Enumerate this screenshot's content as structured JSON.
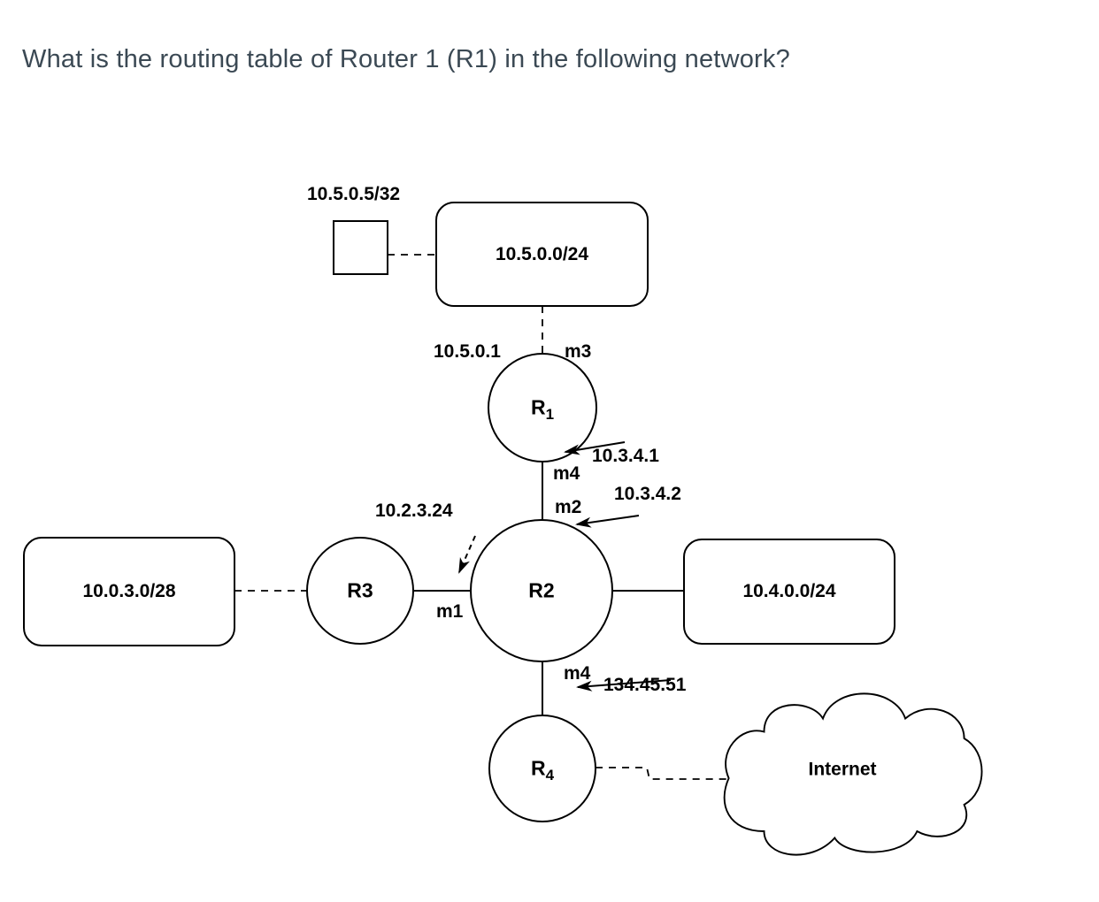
{
  "title": "What is the routing table of Router 1 (R1) in the following network?",
  "colors": {
    "title_text": "#3b4954",
    "diagram_stroke": "#000000",
    "background": "#ffffff"
  },
  "diagram": {
    "host": {
      "label": "10.5.0.5/32"
    },
    "networks": {
      "top": {
        "label": "10.5.0.0/24"
      },
      "left": {
        "label": "10.0.3.0/28"
      },
      "right": {
        "label": "10.4.0.0/24"
      }
    },
    "routers": {
      "r1": {
        "base": "R",
        "sub": "1"
      },
      "r2": {
        "base": "R2",
        "sub": ""
      },
      "r3": {
        "base": "R3",
        "sub": ""
      },
      "r4": {
        "base": "R",
        "sub": "4"
      }
    },
    "internet": {
      "label": "Internet"
    },
    "interfaces": {
      "r1_top": "m3",
      "r1_bottom": "m4",
      "r2_top": "m2",
      "r2_left": "m1",
      "r2_bottom": "m4"
    },
    "addresses": {
      "r1_top_ip": "10.5.0.1",
      "r1_bottom_ip": "10.3.4.1",
      "r2_top_ip": "10.3.4.2",
      "r3_link_ip": "10.2.3.24",
      "r2_bottom_ip": "134.45.51"
    }
  }
}
